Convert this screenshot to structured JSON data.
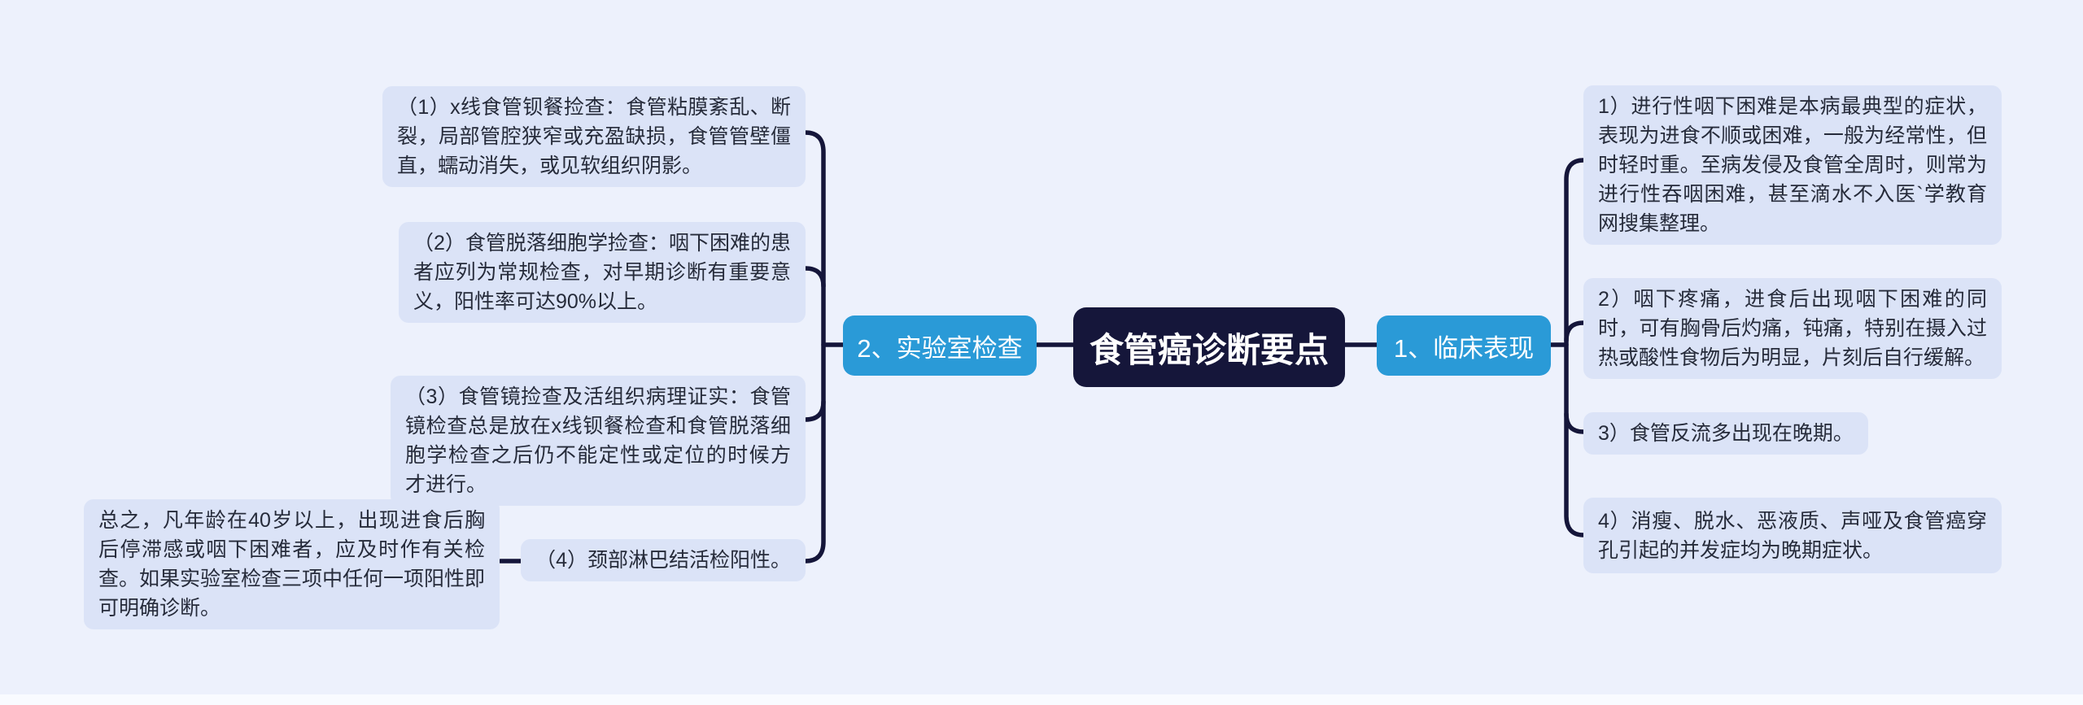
{
  "colors": {
    "background": "#edf1fc",
    "box_bg": "#dbe3f7",
    "box_text": "#262b3a",
    "node_blue": "#2a9ad7",
    "node_navy": "#15163a",
    "node_text": "#ffffff",
    "connector": "#15163a",
    "footer_strip": "#f9fbff"
  },
  "mindmap": {
    "root": "食管癌诊断要点",
    "left_branch": {
      "label": "2、实验室检查",
      "items": [
        "（1）x线食管钡餐捡查：食管粘膜紊乱、断裂，局部管腔狭窄或充盈缺损，食管管壁僵直，蠕动消失，或见软组织阴影。",
        "（2）食管脱落细胞学捡查：咽下困难的患者应列为常规检查，对早期诊断有重要意义，阳性率可达90%以上。",
        "（3）食管镜捡查及活组织病理证实：食管镜检查总是放在x线钡餐检查和食管脱落细胞学检查之后仍不能定性或定位的时候方才进行。",
        "（4）颈部淋巴结活检阳性。"
      ],
      "note": "总之，凡年龄在40岁以上，出现进食后胸后停滞感或咽下困难者，应及时作有关检查。如果实验室检查三项中任何一项阳性即可明确诊断。"
    },
    "right_branch": {
      "label": "1、临床表现",
      "items": [
        "1）进行性咽下困难是本病最典型的症状，表现为进食不顺或困难，一般为经常性，但时轻时重。至病发侵及食管全周时，则常为进行性吞咽困难，甚至滴水不入医`学教育网搜集整理。",
        "2）咽下疼痛，进食后出现咽下困难的同时，可有胸骨后灼痛，钝痛，特别在摄入过热或酸性食物后为明显，片刻后自行缓解。",
        "3）食管反流多出现在晚期。",
        "4）消瘦、脱水、恶液质、声哑及食管癌穿孔引起的并发症均为晚期症状。"
      ]
    }
  }
}
